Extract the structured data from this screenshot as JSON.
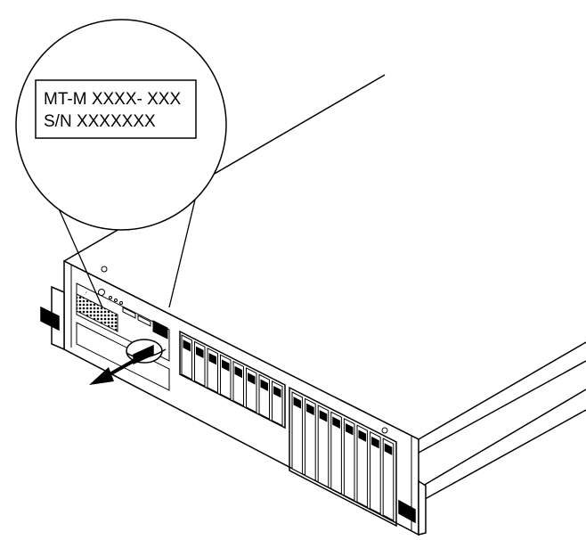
{
  "label": {
    "line1": "MT-M XXXX- XXX",
    "line2": "S/N XXXXXXX"
  },
  "figure": {
    "callout": "magnified-label-callout",
    "arrow_direction": "pull-out-left"
  },
  "colors": {
    "stroke": "#000000",
    "background": "#ffffff"
  }
}
